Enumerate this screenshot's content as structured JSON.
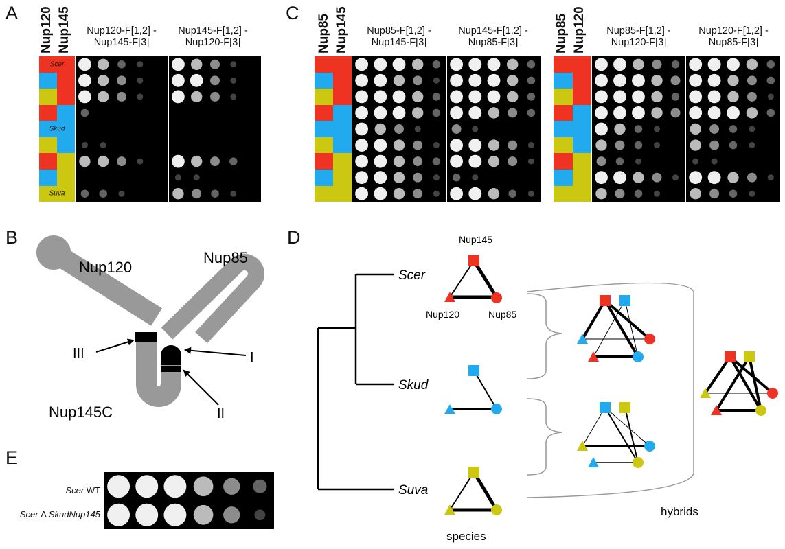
{
  "panels": {
    "a": "A",
    "b": "B",
    "c": "C",
    "d": "D",
    "e": "E"
  },
  "colors": {
    "scer": "#ee3322",
    "skud": "#22aaee",
    "suva": "#ccc811"
  },
  "panel_a": {
    "col_headers": [
      "Nup120",
      "Nup145"
    ],
    "species_labels": [
      "Scer",
      "Skud",
      "Suva"
    ],
    "plates": [
      {
        "title_line1": "Nup120-F[1,2] -",
        "title_line2": "Nup145-F[3]"
      },
      {
        "title_line1": "Nup145-F[1,2] -",
        "title_line2": "Nup120-F[3]"
      }
    ]
  },
  "panel_c": {
    "group1": {
      "col_headers": [
        "Nup85",
        "Nup145"
      ],
      "plates": [
        {
          "title_line1": "Nup85-F[1,2] -",
          "title_line2": "Nup145-F[3]"
        },
        {
          "title_line1": "Nup145-F[1,2] -",
          "title_line2": "Nup85-F[3]"
        }
      ]
    },
    "group2": {
      "col_headers": [
        "Nup85",
        "Nup120"
      ],
      "plates": [
        {
          "title_line1": "Nup85-F[1,2] -",
          "title_line2": "Nup120-F[3]"
        },
        {
          "title_line1": "Nup120-F[1,2] -",
          "title_line2": "Nup85-F[3]"
        }
      ]
    }
  },
  "key_rows": [
    [
      "scer",
      "scer"
    ],
    [
      "skud",
      "scer"
    ],
    [
      "suva",
      "scer"
    ],
    [
      "scer",
      "skud"
    ],
    [
      "skud",
      "skud"
    ],
    [
      "suva",
      "skud"
    ],
    [
      "scer",
      "suva"
    ],
    [
      "skud",
      "suva"
    ],
    [
      "suva",
      "suva"
    ]
  ],
  "panel_b": {
    "labels": {
      "nup120": "Nup120",
      "nup85": "Nup85",
      "nup145c": "Nup145C",
      "i": "I",
      "ii": "II",
      "iii": "III"
    }
  },
  "panel_d": {
    "species": [
      "Scer",
      "Skud",
      "Suva"
    ],
    "node_labels": {
      "nup145": "Nup145",
      "nup120": "Nup120",
      "nup85": "Nup85"
    },
    "species_caption": "species",
    "hybrids_caption": "hybrids"
  },
  "panel_e": {
    "rows": [
      {
        "italic": "Scer",
        "rest": " WT"
      },
      {
        "italic": "Scer",
        "mid": " Δ ",
        "italic2": "SkudNup145"
      }
    ]
  }
}
